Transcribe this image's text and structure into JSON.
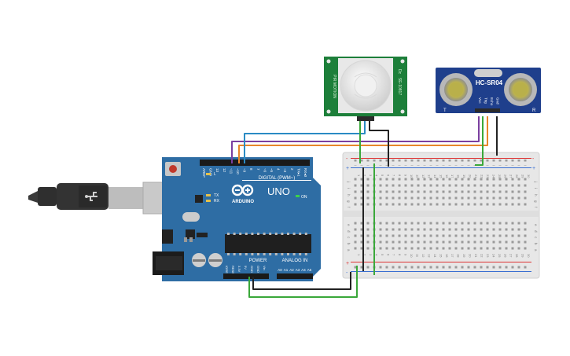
{
  "arduino": {
    "logo_text": "ARDUINO",
    "model": "UNO",
    "digital_label": "DIGITAL (PWM~)",
    "power_label": "POWER",
    "analog_label": "ANALOG IN",
    "on_label": "ON",
    "tx_label": "TX",
    "rx_label": "RX",
    "l_label": "L",
    "digital_pins": [
      "AREF",
      "GND",
      "13",
      "12",
      "~11",
      "~10",
      "~9",
      "8",
      "7",
      "~6",
      "~5",
      "4",
      "~3",
      "2",
      "TX▸1",
      "RX◂0"
    ],
    "power_pins": [
      "IOREF",
      "RESET",
      "3.3V",
      "5V",
      "GND",
      "GND",
      "Vin"
    ],
    "analog_pins": [
      "A0",
      "A1",
      "A2",
      "A3",
      "A4",
      "A5"
    ]
  },
  "ultrasonic": {
    "model": "HC-SR04",
    "pins": [
      "Vcc",
      "Trig",
      "Echo",
      "Gnd"
    ],
    "corner_left": "T",
    "corner_right": "R"
  },
  "pir": {
    "left_text": "PIR MOTION",
    "right_text": "SE-10817",
    "top_text": "Dc"
  },
  "breadboard": {
    "columns": [
      "1",
      "2",
      "3",
      "4",
      "5",
      "6",
      "7",
      "8",
      "9",
      "10",
      "11",
      "12",
      "13",
      "14",
      "15",
      "16",
      "17",
      "18",
      "19",
      "20",
      "21",
      "22",
      "23",
      "24",
      "25",
      "26",
      "27",
      "28",
      "29",
      "30"
    ],
    "rows_top": [
      "j",
      "i",
      "h",
      "g",
      "f"
    ],
    "rows_bottom": [
      "e",
      "d",
      "c",
      "b",
      "a"
    ],
    "rail_plus": "+",
    "rail_minus": "-"
  },
  "colors": {
    "board_blue": "#2e6da4",
    "pcb_green": "#1d7f3a",
    "sensor_blue": "#1f3f8c",
    "wire_green": "#3aa83a",
    "wire_black": "#222222",
    "wire_orange": "#e8862a",
    "wire_purple": "#7b3fa0",
    "wire_blue": "#2a8bc4",
    "rail_red": "#d33",
    "rail_blue": "#3a6fd1"
  }
}
